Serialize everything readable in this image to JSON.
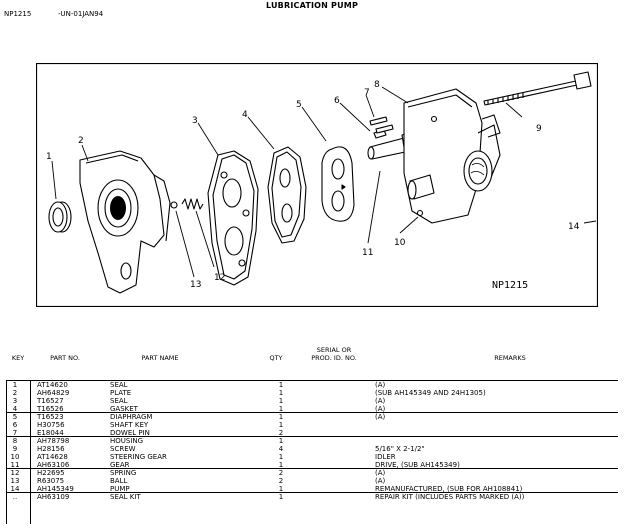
{
  "header": {
    "doc_id": "NP1215",
    "doc_date": "-UN-01JAN94",
    "title": "LUBRICATION PUMP"
  },
  "diagram": {
    "figure_id": "NP1215",
    "callouts": [
      "1",
      "2",
      "3",
      "4",
      "5",
      "6",
      "7",
      "8",
      "9",
      "10",
      "11",
      "12",
      "13",
      "14"
    ]
  },
  "table": {
    "headers": {
      "key": "KEY",
      "part_no": "PART NO.",
      "part_name": "PART NAME",
      "qty": "QTY",
      "serial_line1": "SERIAL OR",
      "serial_line2": "PROD. ID. NO.",
      "remarks": "REMARKS"
    },
    "rows": [
      {
        "key": "1",
        "part_no": "AT14620",
        "part_name": "SEAL",
        "qty": "1",
        "remarks": "(A)"
      },
      {
        "key": "2",
        "part_no": "AH64829",
        "part_name": "PLATE",
        "qty": "1",
        "remarks": "(SUB AH145349 AND 24H1305)"
      },
      {
        "key": "3",
        "part_no": "T16527",
        "part_name": "SEAL",
        "qty": "1",
        "remarks": "(A)"
      },
      {
        "key": "4",
        "part_no": "T16526",
        "part_name": "GASKET",
        "qty": "1",
        "remarks": "(A)"
      },
      {
        "key": "5",
        "part_no": "T16523",
        "part_name": "DIAPHRAGM",
        "qty": "1",
        "remarks": "(A)"
      },
      {
        "key": "6",
        "part_no": "H30756",
        "part_name": "SHAFT KEY",
        "qty": "1",
        "remarks": ""
      },
      {
        "key": "7",
        "part_no": "E18044",
        "part_name": "DOWEL PIN",
        "qty": "2",
        "remarks": ""
      },
      {
        "key": "8",
        "part_no": "AH78798",
        "part_name": "HOUSING",
        "qty": "1",
        "remarks": ""
      },
      {
        "key": "9",
        "part_no": "H28156",
        "part_name": "SCREW",
        "qty": "4",
        "remarks": "5/16\" X 2-1/2\""
      },
      {
        "key": "10",
        "part_no": "AT14628",
        "part_name": "STEERING GEAR",
        "qty": "1",
        "remarks": "IDLER"
      },
      {
        "key": "11",
        "part_no": "AH63106",
        "part_name": "GEAR",
        "qty": "1",
        "remarks": "DRIVE, (SUB AH145349)"
      },
      {
        "key": "12",
        "part_no": "H22695",
        "part_name": "SPRING",
        "qty": "2",
        "remarks": "(A)"
      },
      {
        "key": "13",
        "part_no": "R63075",
        "part_name": "BALL",
        "qty": "2",
        "remarks": "(A)"
      },
      {
        "key": "14",
        "part_no": "AH145349",
        "part_name": "PUMP",
        "qty": "1",
        "remarks": "REMANUFACTURED, (SUB FOR AH108841)"
      },
      {
        "key": "..",
        "part_no": "AH63109",
        "part_name": "SEAL KIT",
        "qty": "1",
        "remarks": "REPAIR KIT (INCLUDES PARTS MARKED (A))"
      }
    ]
  }
}
